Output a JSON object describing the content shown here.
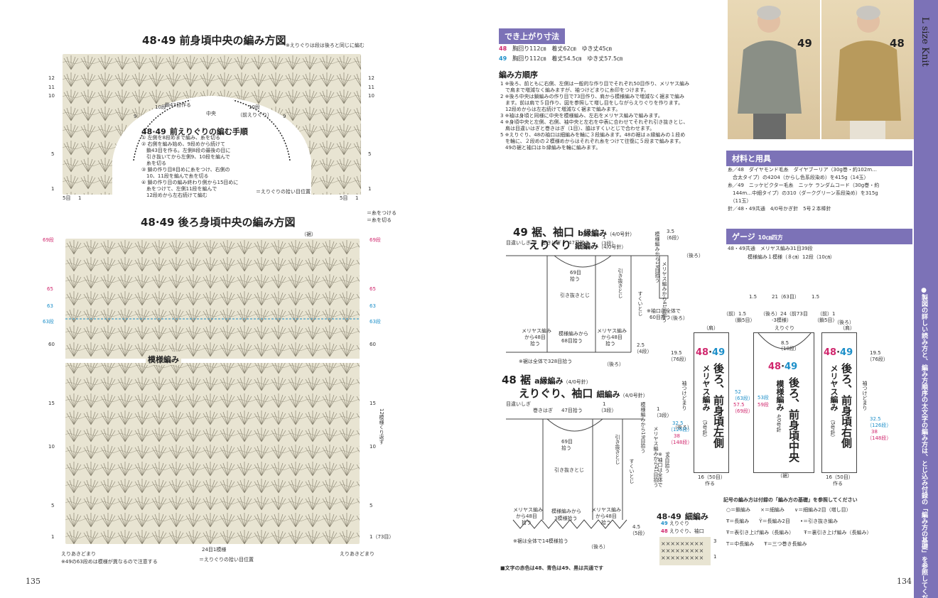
{
  "left": {
    "front_title_nums": {
      "a": "48",
      "b": "49"
    },
    "front_title": "前身頃中央の編み方図",
    "front_note": "※えりぐりは段は後ろと同じに編む",
    "neck_sub_nums": {
      "a": "48",
      "b": "49"
    },
    "neck_sub_title": "前えりぐりの編む手順",
    "neck_steps": [
      "① 左側を8段めまで編み、糸を切る",
      "② 右側を編み始め、9段めから続けて",
      "　鎖43目を作る。左側8段の最後の目に",
      "　引き抜いてから左側9、10段を編んで",
      "　糸を切る",
      "③ 鎖の作り目8目めに糸をつけ、右側の",
      "　10、11段を編んで糸を切る",
      "④ 鎖の作り目の編み終わり側から15目めに",
      "　糸をつけて、左側11段を編んで",
      "　12段めから左右続けて編む"
    ],
    "chart_labels": {
      "chain43": "鎖43目作る",
      "row10a": "10段",
      "row10b": "10段",
      "center": "中央",
      "front_neck": "（前えりぐり）",
      "n9a": "9",
      "n9b": "9"
    },
    "front_rows_left": [
      "12",
      "11",
      "10",
      "5",
      "1"
    ],
    "front_rows_right": [
      "12",
      "11",
      "10",
      "5",
      "1"
    ],
    "front_bottom_left": "5目",
    "front_bottom_right": "5目",
    "one": "1",
    "neck_pick": "＝えりぐりの拾い目位置",
    "back_title_nums": {
      "a": "48",
      "b": "49"
    },
    "back_title": "後ろ身頃中央の編み方図",
    "back_legend": [
      "＝糸をつける",
      "＝糸を切る"
    ],
    "back_rows_left": [
      "69段",
      "65",
      "63",
      "63段",
      "60",
      "15",
      "10",
      "5",
      "1"
    ],
    "back_rows_right": [
      "69段",
      "65",
      "63",
      "63段",
      "60",
      "15",
      "10",
      "5",
      "1（73目）"
    ],
    "hem": "（裾）",
    "pattern": "模様編み",
    "repeat": "12模様くり返す",
    "bottom_repeat": "24目1模様",
    "bottom_left": "えりあきどまり",
    "bottom_right": "えりあきどまり",
    "footnote": "49の63段めは模様が異なるので注意する",
    "footnote_num": "※",
    "pick_note": "＝えりぐりの拾い目位置",
    "page": "135"
  },
  "right": {
    "finished_label": "でき上がり寸法",
    "sizes": [
      {
        "num": "48",
        "text": "胸回り112㎝　着丈62㎝　ゆき丈45㎝"
      },
      {
        "num": "49",
        "text": "胸回り112㎝　着丈54.5㎝　ゆき丈57.5㎝"
      }
    ],
    "order_title": "編み方順序",
    "order": [
      "1 ※後ろ、前ともに右側、左側は一般的な作り目でそれぞれ50目作り、メリヤス編み",
      "　で肩まで増減なく編みますが、袖つけどまりに糸印をつけます。",
      "2 ※後ろ中央は鎖編みの作り目で73目作り、肩から模様編みで増減なく裾まで編み",
      "　ます。前は肩で５目作り、図を参照して増し目をしながらえりぐりを作ります。",
      "　12段めからは左右続けて増減なく裾まで編みます。",
      "3 ※袖は身頃と同様に中央を模様編み、左右をメリヤス編みで編みます。",
      "4 ※身頃中央と左側、右側、袖中央と左右を中表に合わせてそれぞれ引き抜きとじ、",
      "　肩は目違いはぎと巻きはぎ（1目）、脇はすくいとじで合わせます。",
      "5 ※えりぐり、48の袖口は細編みを輪に３段編みます。48の裾はａ縁編みの１段め",
      "　を輪に、２段めの２模様めからはそれぞれ糸をつけて往復に５段まで編みます。",
      "　49の裾と袖口はｂ縁編みを輪に編みます。"
    ],
    "photo_nums": {
      "a": "49",
      "b": "48"
    },
    "lsize": "L size Knit",
    "materials_label": "材料と用具",
    "materials": [
      "糸／48　ダイヤモンド毛糸　ダイヤブーリア（30g巻・約102m…",
      "　合太タイプ）の4204（からし色系段染め）を415g（14玉）",
      "糸／49　ニッケビクター毛糸　ニッケ ランダムコード（30g巻・約",
      "　144m…中細タイプ）の310（ダークグリーン系段染め）を315g",
      "　（11玉）",
      "針／48・49共通　4/0号かぎ針　5号２本棒針"
    ],
    "gauge_label": "ゲージ",
    "gauge_unit": "10㎝四方",
    "gauge": [
      "48・49共通　メリヤス編み31目39段",
      "　　　　模様編み１模様（８㎝）12段（10㎝）"
    ],
    "d49_num": "49",
    "d49_title": "裾、袖口",
    "d49_sub": "b縁編み",
    "d49_needle": "（4/0号針）",
    "d49_line2": "えりぐり",
    "d49_line2b": "細編み",
    "d49_needle2": "（4/0号針）",
    "d48_num": "48",
    "d48_title": "裾",
    "d48_sub": "a縁編み",
    "d48_needle": "（4/0号針）",
    "d48_line2": "えりぐり、袖口",
    "d48_line2b": "細編み",
    "d48_needle2": "（4/0号針）",
    "d_labels": {
      "meshigai": "目違いしぎ",
      "makihagi": "巻きはぎ",
      "pick47": "47目拾う",
      "r1": "1",
      "r3": "（3段）",
      "pick69": "69目",
      "pick69b": "拾う",
      "hikinuki": "引き抜きとじ",
      "sukui": "すくいとじ",
      "sleeve_note": "※袖口は全体で",
      "sleeve_note2": "60目拾う",
      "meriyasu48": "メリヤス編み",
      "kara48": "から48目",
      "hirou": "拾う",
      "moyo68": "模様編みから",
      "moyo68b": "68目拾う",
      "hem_note": "※裾は全体で328目拾う",
      "back": "（後ろ）",
      "r35": "3.5",
      "r6": "（6段）",
      "r25": "2.5",
      "r4": "（4段）",
      "r45": "4.5",
      "r5": "（5段）",
      "hem_note48": "※裾は全体で14模様拾う",
      "moyo3": "模様編みから",
      "moyo3b": "3模様拾う",
      "sleeve96": "※袖口は全体で",
      "sleeve96b": "96目拾う",
      "front_neck19": "模様編みから19目拾う",
      "meriyasu41": "メリヤス編みから41目拾う"
    },
    "sc_title_nums": {
      "a": "48",
      "b": "49"
    },
    "sc_title": "細編み",
    "sc_legend": [
      {
        "num": "49",
        "text": "えりぐり"
      },
      {
        "num": "48",
        "text": "えりぐり、袖口"
      }
    ],
    "sc_rows": [
      "3",
      "1"
    ],
    "body_panels": [
      {
        "nums": "48・49",
        "title": "後ろ、前身頃左側",
        "sub": "メリヤス編み",
        "needle": "（5号針）"
      },
      {
        "nums": "48・49",
        "title": "後ろ、前身頃中央",
        "sub": "模様編み",
        "needle": "4/0号針"
      },
      {
        "nums": "48・49",
        "title": "後ろ、前身頃右側",
        "sub": "メリヤス編み",
        "needle": "（5号針）"
      }
    ],
    "body_dims": {
      "top21": "21（63目）",
      "top15a": "1.5",
      "top15b": "1.5",
      "back_neck": "（後ろ）24（前73目",
      "back_neck2": "-3模様）",
      "neck_label": "えりぐり",
      "shoulder_l": "（前）1.5",
      "shoulder_l2": "（鎖5目）",
      "shoulder_r": "（前）1",
      "shoulder_r2": "（鎖5目）",
      "kata": "（肩）",
      "kata2": "（肩）",
      "neck85": "8.5",
      "neck10": "（10段）",
      "h195a": "19.5",
      "h195b": "（76段）",
      "h195c": "19.5",
      "h195d": "（76段）",
      "sode": "袖つけどまり",
      "sode2": "袖つけどまり",
      "h52": "52",
      "h52b": "（63段）",
      "h575": "57.5",
      "h575b": "（69段）",
      "h53": "53段",
      "h59": "59段",
      "h325": "32.5",
      "h126": "（126段）",
      "h38": "38",
      "h148": "（148段）",
      "h325b": "32.5",
      "h126b": "（126段）",
      "h38b": "38",
      "h148b": "（148段）",
      "bot16a": "16（50目）",
      "bot16b": "作る",
      "bot16c": "16（50目）",
      "bot16d": "作る",
      "hem": "（裾）",
      "back_label": "（後ろ）",
      "back2": "（後ろ）"
    },
    "symbols_title": "記号の編み方は付録の「編み方の基礎」を参照してください",
    "symbols": [
      [
        "＝鎖編み",
        "＝細編み",
        "＝細編み2目（増し目）"
      ],
      [
        "＝長編み",
        "＝長編み2目",
        "＝引き抜き編み"
      ],
      [
        "＝表引き上げ編み（長編み）",
        "＝裏引き上げ編み（長編み）"
      ],
      [
        "＝中長編み",
        "＝三つ巻き長編み"
      ]
    ],
    "color_note": "■文字の赤色は48、青色は49、黒は共通です",
    "side_note": "●製図の詳しい読み方と、編み方順序の太文字の編み方は、とじ込み付録の「編み方の基礎」を参照してください",
    "page": "134"
  },
  "colors": {
    "purple": "#7c72b7",
    "red": "#d0276d",
    "blue": "#1d8fc9",
    "chart": "#e8e4d2"
  }
}
